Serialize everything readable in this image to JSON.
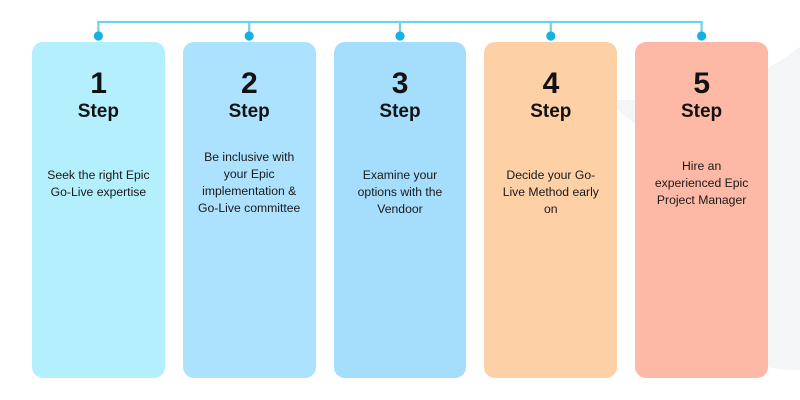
{
  "graphic": {
    "type": "process-steps-infographic",
    "background_color": "#FFFFFF",
    "decor_blob_color": "#F4F5F6",
    "connector": {
      "line_color": "#6FD2EC",
      "dot_color": "#14B2E2",
      "stem_count": 5
    }
  },
  "steps": [
    {
      "number": "1",
      "step_label": "Step",
      "body": "Seek the right Epic Go-Live expertise",
      "color": "#B3EFFD"
    },
    {
      "number": "2",
      "step_label": "Step",
      "body": "Be inclusive with your Epic implementation & Go-Live committee",
      "color": "#ACE2FD"
    },
    {
      "number": "3",
      "step_label": "Step",
      "body": "Examine your options with the Vendoor",
      "color": "#A5DDFD"
    },
    {
      "number": "4",
      "step_label": "Step",
      "body": "Decide your Go-Live Method early on",
      "color": "#FDD0A5"
    },
    {
      "number": "5",
      "step_label": "Step",
      "body": "Hire an experienced Epic Project Manager",
      "color": "#FDB9A5"
    }
  ]
}
